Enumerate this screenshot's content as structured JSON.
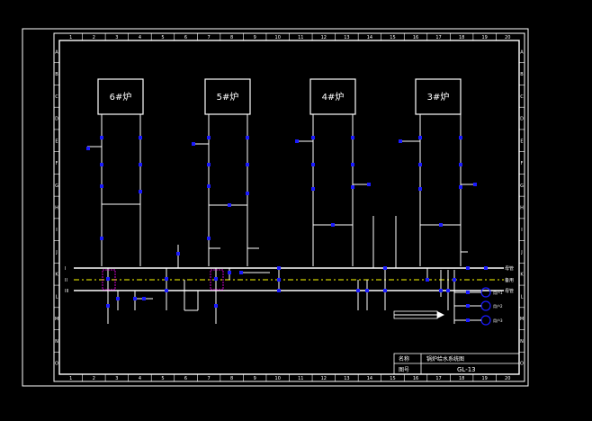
{
  "frame": {
    "top_ticks": [
      "1",
      "2",
      "3",
      "4",
      "5",
      "6",
      "7",
      "8",
      "9",
      "10",
      "11",
      "12",
      "13",
      "14",
      "15",
      "16",
      "17",
      "18",
      "19",
      "20"
    ],
    "side_ticks": [
      "A",
      "B",
      "C",
      "D",
      "E",
      "F",
      "G",
      "H",
      "I",
      "J",
      "K",
      "L",
      "M",
      "N",
      "O"
    ]
  },
  "units": [
    {
      "label": "6#炉"
    },
    {
      "label": "5#炉"
    },
    {
      "label": "4#炉"
    },
    {
      "label": "3#炉"
    }
  ],
  "headers": [
    {
      "label": "I"
    },
    {
      "label": "II"
    },
    {
      "label": "III"
    }
  ],
  "right_labels": [
    {
      "label": "母管"
    },
    {
      "label": "备用"
    },
    {
      "label": "母管"
    }
  ],
  "consumers": [
    {
      "label": "用户1"
    },
    {
      "label": "用户2"
    },
    {
      "label": "用户3"
    }
  ],
  "title_block": {
    "label1": "名称",
    "label2": "图号",
    "title": "锅炉给水系统图",
    "drawing_no": "GL-13"
  },
  "colors": {
    "line": "#ffffff",
    "valve": "#1a1aff",
    "pipe_dash": "#ffff00",
    "magenta": "#ff00ff"
  }
}
